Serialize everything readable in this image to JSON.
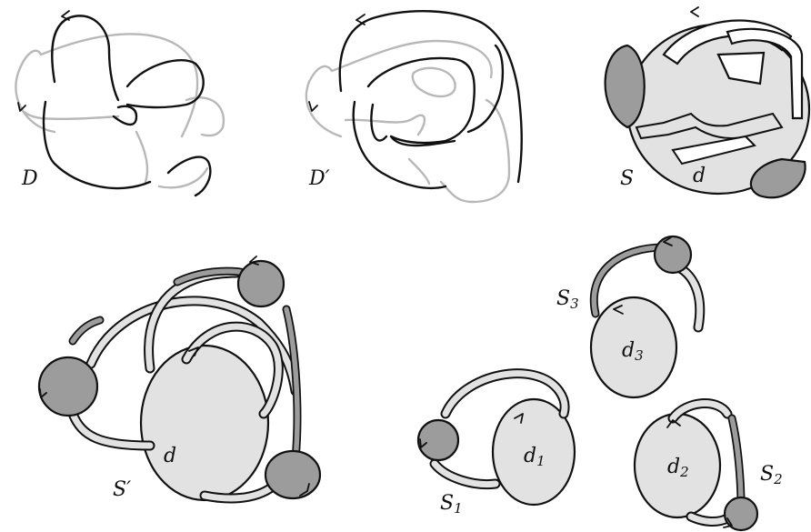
{
  "panels": [
    {
      "id": "D",
      "label": "D",
      "prime": "",
      "sub": ""
    },
    {
      "id": "Dp",
      "label": "D",
      "prime": "′",
      "sub": ""
    },
    {
      "id": "S",
      "label": "S",
      "prime": "",
      "sub": ""
    },
    {
      "id": "Sp",
      "label": "S",
      "prime": "′",
      "sub": ""
    },
    {
      "id": "S123",
      "label": "",
      "prime": "",
      "sub": ""
    }
  ],
  "labels": {
    "D": "D",
    "D_prime": "D′",
    "S": "S",
    "d_top": "d",
    "S_prime": "S′",
    "d_bottom": "d",
    "S1": "S",
    "S1_sub": "1",
    "S2": "S",
    "S2_sub": "2",
    "S3": "S",
    "S3_sub": "3",
    "d1": "d",
    "d1_sub": "1",
    "d2": "d",
    "d2_sub": "2",
    "d3": "d",
    "d3_sub": "3"
  },
  "colors": {
    "stroke": "#111111",
    "gray_strand": "#b8b8b8",
    "disk_light": "#e2e2e2",
    "disk_dark": "#9c9c9c"
  }
}
